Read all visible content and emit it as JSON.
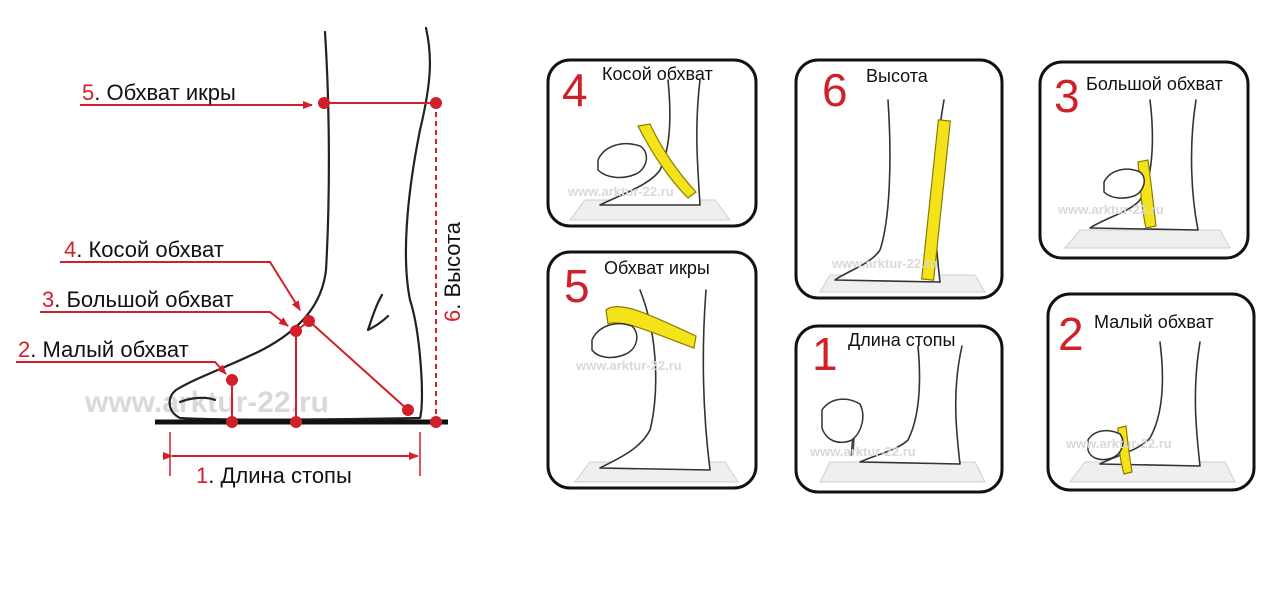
{
  "colors": {
    "accent": "#d1202a",
    "tape": "#f4e21b",
    "outline": "#111111"
  },
  "watermark": "www.arktur-22.ru",
  "main_diagram": {
    "labels": [
      {
        "num": "5",
        "text": ". Обхват икры"
      },
      {
        "num": "4",
        "text": ". Косой обхват"
      },
      {
        "num": "3",
        "text": ". Большой обхват"
      },
      {
        "num": "2",
        "text": ". Малый обхват"
      },
      {
        "num": "1",
        "text": ". Длина стопы"
      },
      {
        "num": "6",
        "text": ". Высота"
      }
    ]
  },
  "cards": [
    {
      "num": "4",
      "title": "Косой обхват"
    },
    {
      "num": "6",
      "title": "Высота"
    },
    {
      "num": "3",
      "title": "Большой обхват"
    },
    {
      "num": "5",
      "title": "Обхват икры"
    },
    {
      "num": "1",
      "title": "Длина стопы"
    },
    {
      "num": "2",
      "title": "Малый обхват"
    }
  ]
}
